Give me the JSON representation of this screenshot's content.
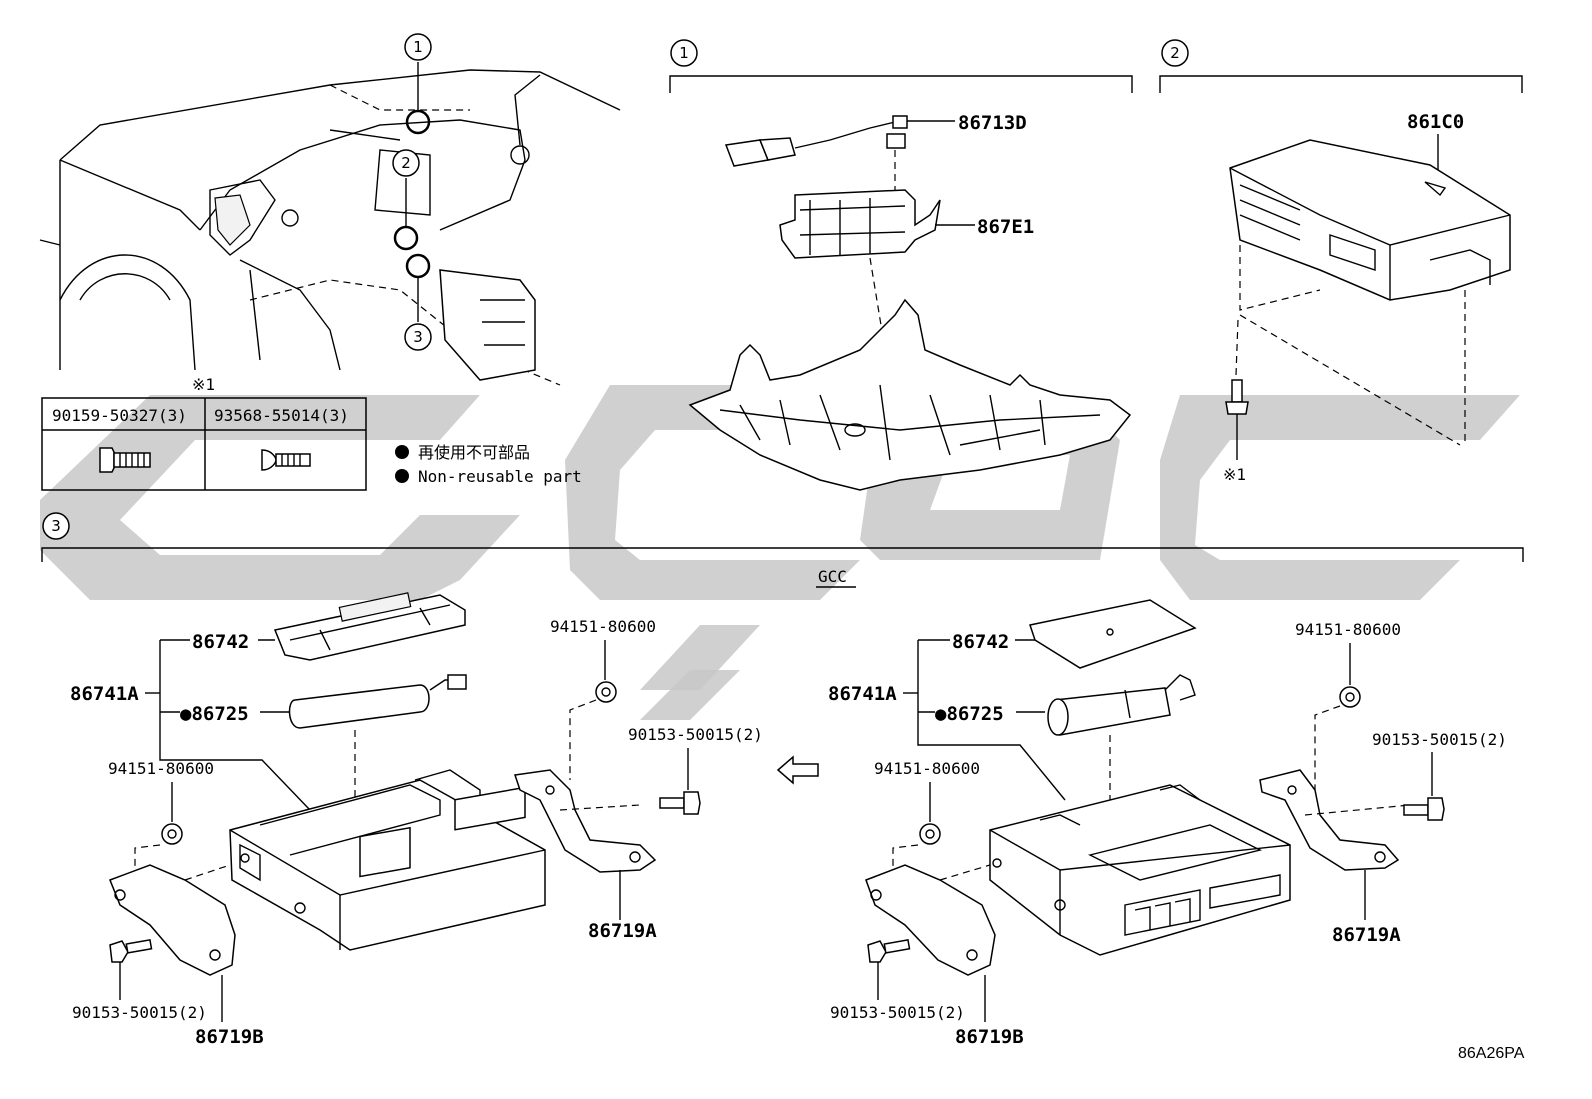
{
  "diagram_id": "86A26PA",
  "watermark": "GCC",
  "callouts": [
    "1",
    "2",
    "3"
  ],
  "section1": {
    "marker": "1",
    "parts": [
      "86713D",
      "867E1"
    ]
  },
  "section2": {
    "marker": "2",
    "parts": [
      "861C0"
    ],
    "note_mark": "※1"
  },
  "note_table": {
    "mark": "※1",
    "headers": [
      "90159-50327(3)",
      "93568-55014(3)"
    ]
  },
  "legend": {
    "items": [
      {
        "symbol": "●",
        "text": "再使用不可部品"
      },
      {
        "symbol": "●",
        "text": "Non-reusable part"
      }
    ]
  },
  "section3": {
    "marker": "3",
    "group_label": "GCC",
    "left": {
      "assembly": "86741A",
      "cover": "86742",
      "battery": "●86725",
      "clip_top": "94151-80600",
      "clip_left": "94151-80600",
      "bolt_right": "90153-50015(2)",
      "bolt_left": "90153-50015(2)",
      "bracket_right": "86719A",
      "bracket_left": "86719B"
    },
    "right": {
      "assembly": "86741A",
      "cover": "86742",
      "battery": "●86725",
      "clip_top": "94151-80600",
      "clip_left": "94151-80600",
      "bolt_right": "90153-50015(2)",
      "bolt_left": "90153-50015(2)",
      "bracket_right": "86719A",
      "bracket_left": "86719B"
    }
  },
  "colors": {
    "line": "#000000",
    "watermark": "#c8c8c8",
    "background": "#ffffff"
  }
}
